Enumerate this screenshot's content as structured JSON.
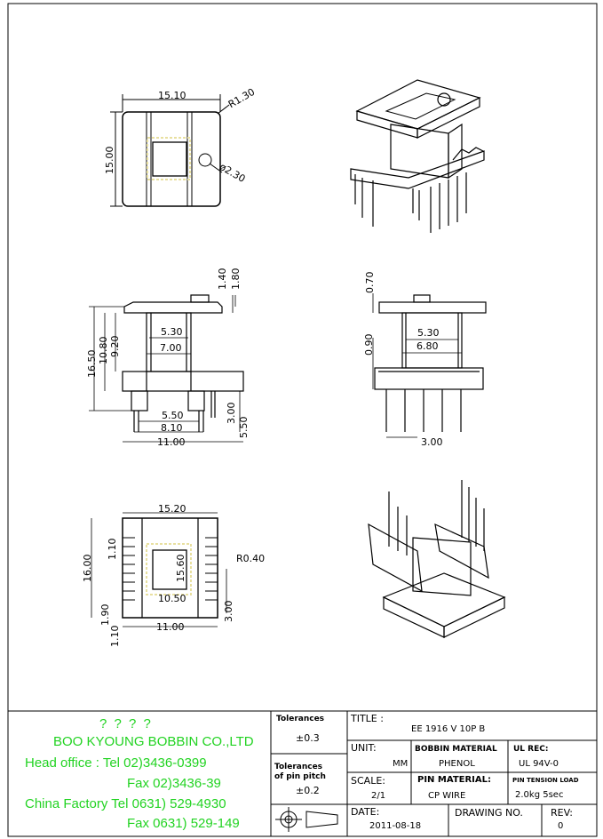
{
  "views": {
    "top": {
      "width": "15.10",
      "height": "15.00",
      "corner_radius": "R1.30",
      "hole": "ø2.30"
    },
    "front": {
      "overall_height": "16.50",
      "flange_height": "10.80",
      "winding_height": "9.20",
      "top_tab_1": "1.40",
      "top_tab_2": "1.80",
      "core_inner": "5.30",
      "core_outer": "7.00",
      "pin_span_inner": "5.50",
      "pin_span_outer": "8.10",
      "base_width": "11.00",
      "pin_step": "3.00",
      "pin_length": "5.50"
    },
    "side": {
      "top_flange": "0.70",
      "core_inner": "5.30",
      "core_outer": "6.80",
      "base_gap": "0.90",
      "pin_pitch": "3.00"
    },
    "bottom": {
      "width": "15.20",
      "height": "16.00",
      "slot": "1.10",
      "inner_height": "15.60",
      "inner_width": "10.50",
      "base_width": "11.00",
      "radius": "R0.40",
      "pad_1": "1.90",
      "pad_2": "1.10",
      "pin_offset": "3.00"
    }
  },
  "company": {
    "logo_chars": "? ? ? ?",
    "name": "BOO KYOUNG BOBBIN CO.,LTD",
    "head_office": "Head office : Tel  02)3436-0399",
    "fax1": "Fax  02)3436-39",
    "china_factory": "China Factory Tel 0631) 529-4930",
    "fax2": "Fax 0631) 529-149"
  },
  "title_block": {
    "tolerances_label": "Tolerances",
    "tolerances_value": "±0.3",
    "pitch_tol_label_1": "Tolerances",
    "pitch_tol_label_2": "of pin pitch",
    "pitch_tol_value": "±0.2",
    "title_label": "TITLE :",
    "title_value": "EE 1916 V 10P B",
    "unit_label": "UNIT:",
    "unit_value": "MM",
    "bobbin_material_label": "BOBBIN MATERIAL",
    "bobbin_material_value": "PHENOL",
    "ul_rec_label": "UL REC:",
    "ul_rec_value": "UL 94V-0",
    "scale_label": "SCALE:",
    "scale_value": "2/1",
    "pin_material_label": "PIN MATERIAL:",
    "pin_material_value": "CP WIRE",
    "pin_tension_label": "PIN TENSION LOAD",
    "pin_tension_value": "2.0kg 5sec",
    "date_label": "DATE:",
    "date_value": "2011-08-18",
    "drawing_no_label": "DRAWING NO.",
    "rev_label": "REV:",
    "rev_value": "0"
  }
}
